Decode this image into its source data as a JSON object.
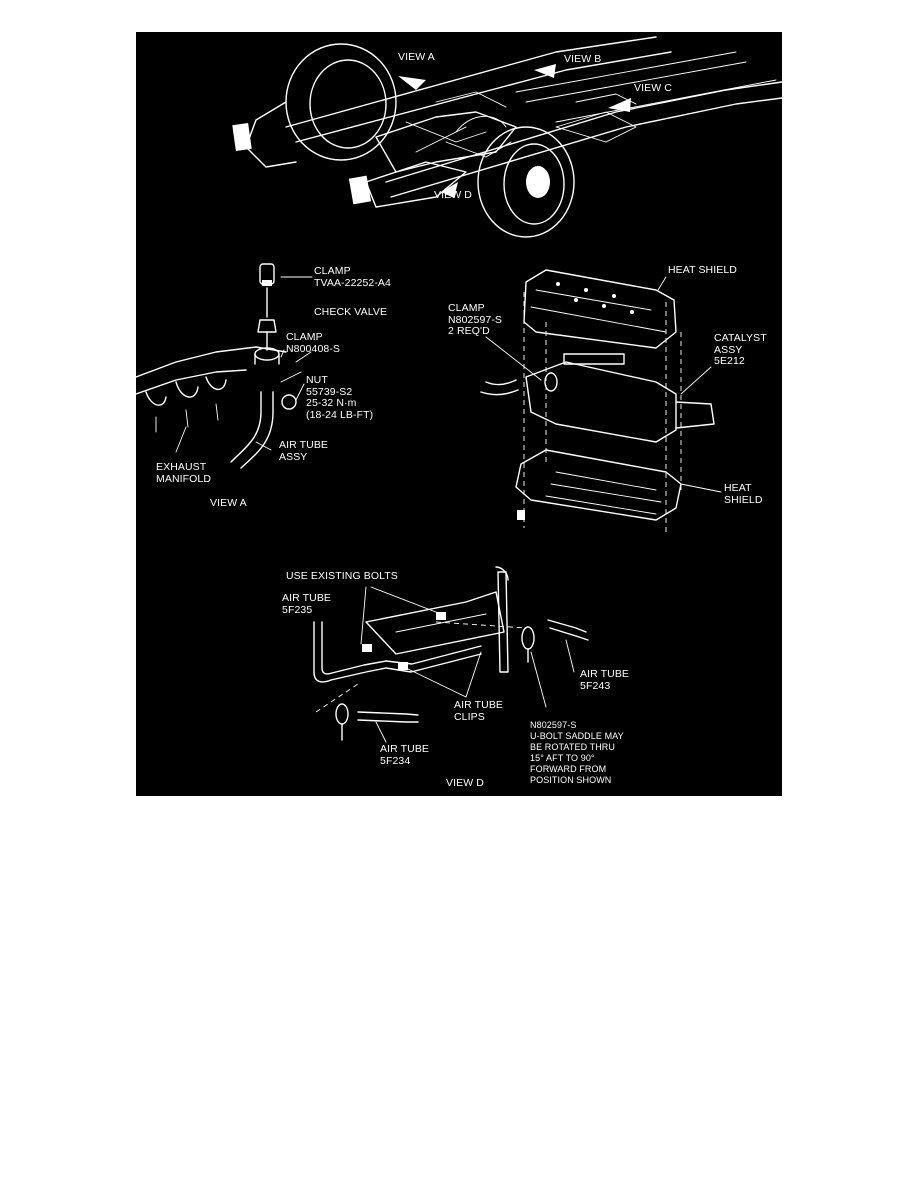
{
  "top_view": {
    "view_a": "VIEW A",
    "view_b": "VIEW B",
    "view_c": "VIEW C",
    "view_d": "VIEW D"
  },
  "view_a_detail": {
    "clamp_top": "CLAMP\nTVAA-22252-A4",
    "check_valve": "CHECK VALVE",
    "clamp_mid": "CLAMP\nN800408-S",
    "nut": "NUT\n55739-S2\n25-32 N·m\n(18-24 LB-FT)",
    "air_tube_assy": "AIR TUBE\nASSY",
    "exhaust_manifold": "EXHAUST\nMANIFOLD",
    "caption": "VIEW A"
  },
  "catalyst_detail": {
    "heat_shield_top": "HEAT SHIELD",
    "clamp": "CLAMP\nN802597-S\n2 REQ'D",
    "catalyst": "CATALYST\nASSY\n5E212",
    "heat_shield_bottom": "HEAT\nSHIELD"
  },
  "view_d_detail": {
    "use_existing_bolts": "USE EXISTING BOLTS",
    "air_tube_5f235": "AIR TUBE\n5F235",
    "air_tube_5f243": "AIR TUBE\n5F243",
    "air_tube_clips": "AIR TUBE\nCLIPS",
    "air_tube_5f234": "AIR TUBE\n5F234",
    "ubolt_note": "N802597-S\nU-BOLT SADDLE MAY\nBE ROTATED THRU\n15° AFT TO 90°\nFORWARD FROM\nPOSITION SHOWN",
    "caption": "VIEW D"
  },
  "colors": {
    "background": "#000000",
    "linework": "#ffffff",
    "page": "#ffffff"
  }
}
